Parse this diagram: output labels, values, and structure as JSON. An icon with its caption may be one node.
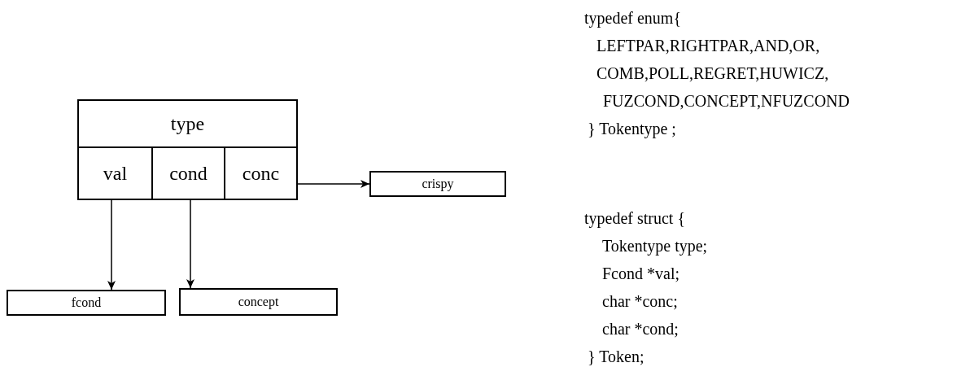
{
  "diagram": {
    "nodes": [
      {
        "text": [],
        "shape": "box"
      },
      {
        "text": [
          "type"
        ],
        "in": 0
      },
      {
        "text": [
          "val"
        ],
        "in": 0
      },
      {
        "text": [
          "cond"
        ],
        "in": 0
      },
      {
        "text": [
          "conc"
        ],
        "in": 0
      },
      {
        "text": [
          "crispy"
        ]
      },
      {
        "text": [
          "fcond"
        ]
      },
      {
        "text": [
          "concept"
        ]
      }
    ],
    "edges": [
      {
        "from": 4,
        "to": 5,
        "arrow": "to"
      },
      {
        "from": 2,
        "to": 6,
        "arrow": "to"
      },
      {
        "from": 3,
        "to": 7,
        "arrow": "to"
      }
    ],
    "labels": [
      "typedef enum{",
      "LEFTPAR,RIGHTPAR,AND,OR,",
      "COMB,POLL,REGRET,HUWICZ,",
      "FUZCOND,CONCEPT,NFUZCOND",
      "} Tokentype ;",
      "typedef struct {",
      "Tokentype type;",
      "Fcond *val;",
      "char *conc;",
      "char *cond;",
      "} Token;"
    ]
  }
}
